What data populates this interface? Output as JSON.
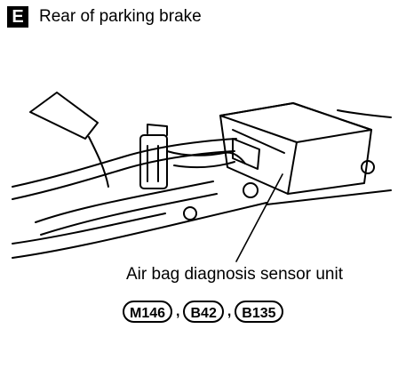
{
  "header": {
    "section_letter": "E",
    "title": "Rear of parking brake"
  },
  "callout": {
    "label": "Air bag diagnosis sensor unit"
  },
  "connectors": [
    {
      "code": "M146"
    },
    {
      "code": "B42"
    },
    {
      "code": "B135"
    }
  ],
  "separator": ","
}
